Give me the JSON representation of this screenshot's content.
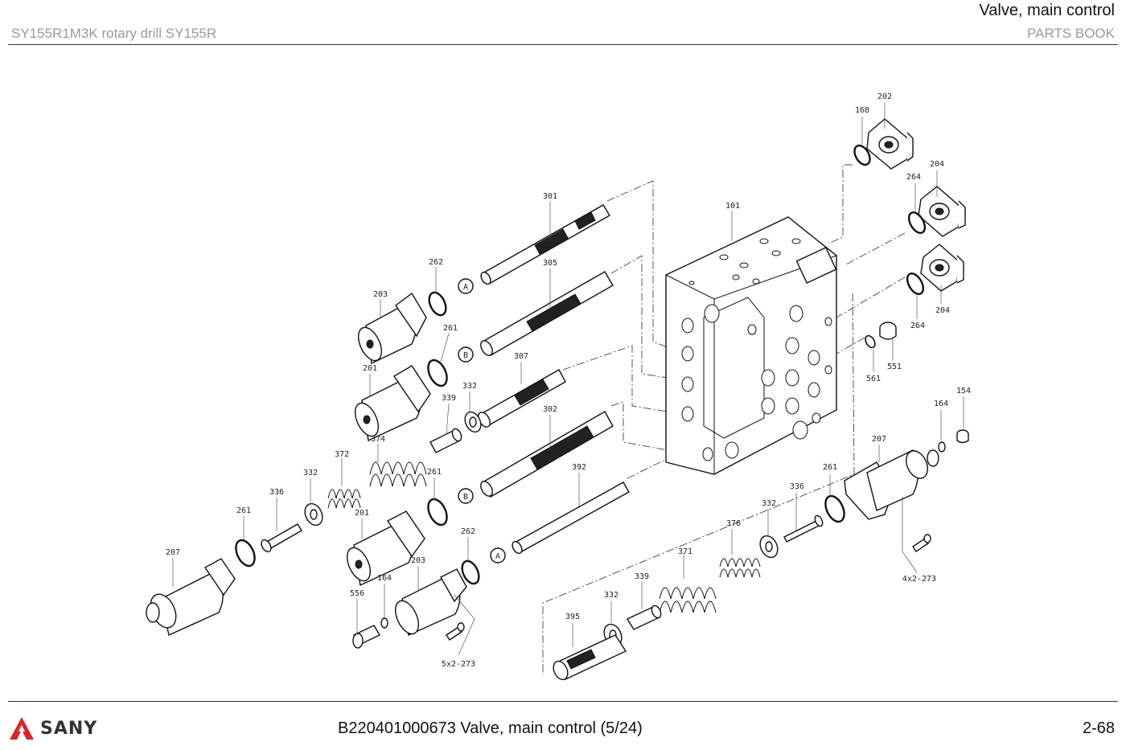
{
  "header": {
    "title": "Valve, main control",
    "model": "SY155R1M3K rotary  drill  SY155R",
    "book": "PARTS BOOK"
  },
  "footer": {
    "brand": "SANY",
    "caption": "B220401000673 Valve, main control (5/24)",
    "page": "2-68"
  },
  "colors": {
    "brand_red": "#d9262b",
    "header_gray": "#9a9a9a"
  },
  "parts": {
    "p101": "101",
    "p168": "168",
    "p202": "202",
    "p264a": "264",
    "p204a": "204",
    "p264b": "264",
    "p204b": "204",
    "p561": "561",
    "p551": "551",
    "p164a": "164",
    "p154": "154",
    "p207a": "207",
    "p261a": "261",
    "p336a": "336",
    "p332a": "332",
    "p376": "376",
    "p4x2_273": "4x2-273",
    "p371": "371",
    "p339a": "339",
    "p332b": "332",
    "p395": "395",
    "p301": "301",
    "p262a": "262",
    "p305": "305",
    "p203a": "203",
    "p261b": "261",
    "p307": "307",
    "p201a": "201",
    "p332c": "332",
    "p339b": "339",
    "p302": "302",
    "p374": "374",
    "p372": "372",
    "p332d": "332",
    "p336b": "336",
    "p261c": "261",
    "p201b": "201",
    "p392": "392",
    "p261d": "261",
    "p262b": "262",
    "p207b": "207",
    "p203b": "203",
    "p164b": "164",
    "p556": "556",
    "p5x2_273": "5x2-273"
  },
  "callouts": {
    "a1": "A",
    "b1": "B",
    "b2": "B",
    "a2": "A"
  }
}
